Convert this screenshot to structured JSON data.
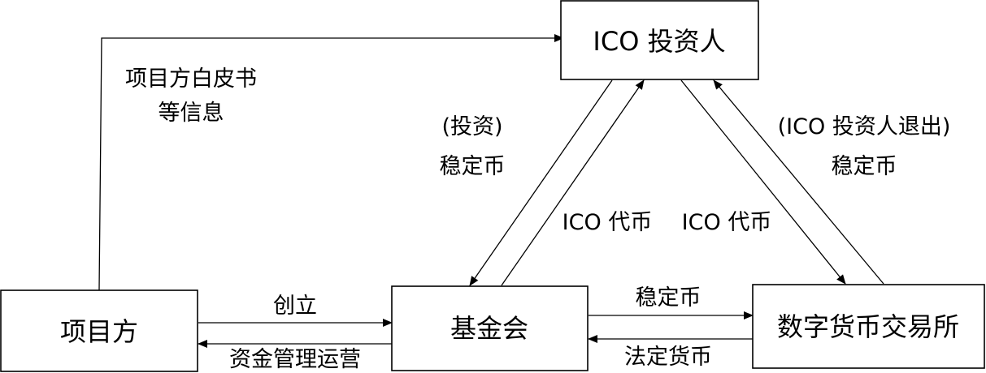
{
  "nodes": {
    "investor": "ICO 投资人",
    "project": "项目方",
    "foundation": "基金会",
    "exchange": "数字货币交易所"
  },
  "labels": {
    "whitepaper_line1": "项目方白皮书",
    "whitepaper_line2": "等信息",
    "invest_line1": "(投资)",
    "invest_line2": "稳定币",
    "ico_token_left": "ICO 代币",
    "ico_token_right": "ICO 代币",
    "exit_line1": "(ICO 投资人退出)",
    "exit_line2": "稳定币",
    "create": "创立",
    "fund_management": "资金管理运营",
    "stablecoin": "稳定币",
    "fiat": "法定货币"
  },
  "colors": {
    "stroke": "#000000",
    "background": "#ffffff"
  }
}
